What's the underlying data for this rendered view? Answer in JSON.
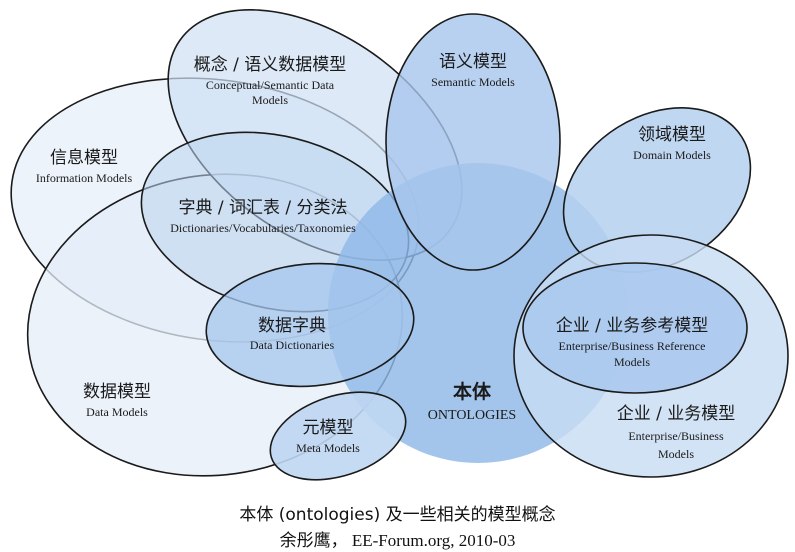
{
  "colors": {
    "outline": "#1b1b1b",
    "light_fill": "#e4eef9",
    "mid_fill": "#bcd5f1",
    "blue_fill": "#8fb8e8",
    "text": "#1a1a1a",
    "background": "#ffffff"
  },
  "models": {
    "conceptual": {
      "zh": "概念 / 语义数据模型",
      "en1": "Conceptual/Semantic Data",
      "en2": "Models"
    },
    "semantic": {
      "zh": "语义模型",
      "en": "Semantic Models"
    },
    "domain": {
      "zh": "领域模型",
      "en": "Domain Models"
    },
    "information": {
      "zh": "信息模型",
      "en": "Information Models"
    },
    "dictionaries": {
      "zh": "字典 / 词汇表 / 分类法",
      "en": "Dictionaries/Vocabularies/Taxonomies"
    },
    "data_dictionaries": {
      "zh": "数据字典",
      "en": "Data Dictionaries"
    },
    "enterprise_reference": {
      "zh": "企业 / 业务参考模型",
      "en1": "Enterprise/Business Reference",
      "en2": "Models"
    },
    "ontologies": {
      "zh": "本体",
      "en": "ONTOLOGIES"
    },
    "data_models": {
      "zh": "数据模型",
      "en": "Data Models"
    },
    "enterprise_business": {
      "zh": "企业 / 业务模型",
      "en1": "Enterprise/Business",
      "en2": "Models"
    },
    "meta_models": {
      "zh": "元模型",
      "en": "Meta Models"
    }
  },
  "caption": {
    "title": "本体 (ontologies) 及一些相关的模型概念",
    "credit": "余彤鹰， EE-Forum.org, 2010-03"
  }
}
